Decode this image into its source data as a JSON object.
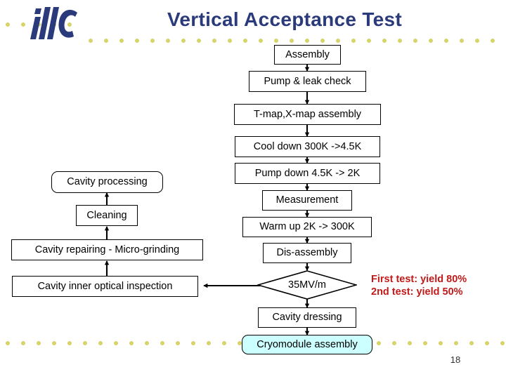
{
  "slide": {
    "title": "Vertical Acceptance Test",
    "page_number": "18",
    "logo_alt": "ilc",
    "colors": {
      "title": "#2b3a7a",
      "dots": "#d6d46a",
      "note": "#c01a1a",
      "highlight_fill": "#ccffff",
      "box_border": "#000000"
    }
  },
  "note": {
    "line1": "First test: yield 80%",
    "line2": "2nd test: yield 50%"
  },
  "flow": {
    "main_column": [
      {
        "id": "assembly",
        "label": "Assembly",
        "shape": "rect",
        "fill": "white"
      },
      {
        "id": "pump-leak",
        "label": "Pump & leak check",
        "shape": "rect",
        "fill": "white"
      },
      {
        "id": "tmap-xmap",
        "label": "T-map,X-map assembly",
        "shape": "rect",
        "fill": "white"
      },
      {
        "id": "cool-down",
        "label": "Cool down 300K ->4.5K",
        "shape": "rect",
        "fill": "white"
      },
      {
        "id": "pump-down",
        "label": "Pump down 4.5K -> 2K",
        "shape": "rect",
        "fill": "white"
      },
      {
        "id": "measurement",
        "label": "Measurement",
        "shape": "rect",
        "fill": "white"
      },
      {
        "id": "warm-up",
        "label": "Warm up 2K -> 300K",
        "shape": "rect",
        "fill": "white"
      },
      {
        "id": "dis-assembly",
        "label": "Dis-assembly",
        "shape": "rect",
        "fill": "white"
      },
      {
        "id": "gradient-test",
        "label": "35MV/m",
        "shape": "diamond",
        "fill": "white"
      },
      {
        "id": "cavity-dressing",
        "label": "Cavity dressing",
        "shape": "rect",
        "fill": "white"
      },
      {
        "id": "cryomodule",
        "label": "Cryomodule assembly",
        "shape": "rounded-rect",
        "fill": "#ccffff"
      }
    ],
    "left_column": [
      {
        "id": "cavity-processing",
        "label": "Cavity processing",
        "shape": "rounded-rect",
        "fill": "white"
      },
      {
        "id": "cleaning",
        "label": "Cleaning",
        "shape": "rect",
        "fill": "white"
      },
      {
        "id": "cavity-repairing",
        "label": "Cavity repairing - Micro-grinding",
        "shape": "rect",
        "fill": "white"
      },
      {
        "id": "optical-inspection",
        "label": "Cavity inner optical inspection",
        "shape": "rect",
        "fill": "white"
      }
    ],
    "edges": [
      {
        "from": "assembly",
        "to": "pump-leak",
        "dir": "down"
      },
      {
        "from": "pump-leak",
        "to": "tmap-xmap",
        "dir": "down"
      },
      {
        "from": "tmap-xmap",
        "to": "cool-down",
        "dir": "down"
      },
      {
        "from": "cool-down",
        "to": "pump-down",
        "dir": "down"
      },
      {
        "from": "pump-down",
        "to": "measurement",
        "dir": "down"
      },
      {
        "from": "measurement",
        "to": "warm-up",
        "dir": "down"
      },
      {
        "from": "warm-up",
        "to": "dis-assembly",
        "dir": "down"
      },
      {
        "from": "dis-assembly",
        "to": "gradient-test",
        "dir": "down"
      },
      {
        "from": "gradient-test",
        "to": "cavity-dressing",
        "dir": "down"
      },
      {
        "from": "cavity-dressing",
        "to": "cryomodule",
        "dir": "down"
      },
      {
        "from": "gradient-test",
        "to": "optical-inspection",
        "dir": "left"
      },
      {
        "from": "optical-inspection",
        "to": "cavity-repairing",
        "dir": "up"
      },
      {
        "from": "cavity-repairing",
        "to": "cleaning",
        "dir": "up"
      },
      {
        "from": "cleaning",
        "to": "cavity-processing",
        "dir": "up"
      }
    ]
  }
}
